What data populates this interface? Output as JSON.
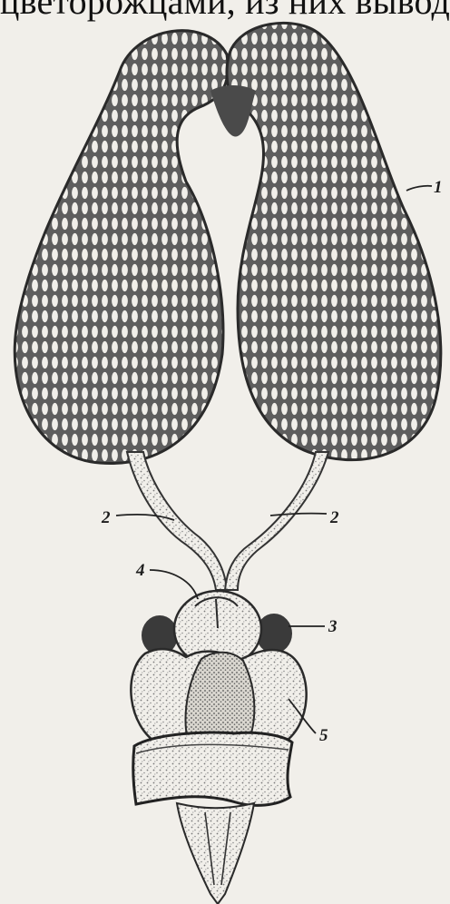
{
  "caption_fragment": "цветорожцами, из них выводи",
  "callouts": {
    "label_1": "1",
    "label_2_left": "2",
    "label_2_right": "2",
    "label_3": "3",
    "label_4": "4",
    "label_5": "5"
  },
  "colors": {
    "ink": "#222222",
    "paper": "#f1efea",
    "mesh_fill": "#6b6b6b",
    "stipple": "#8a8a8a"
  }
}
